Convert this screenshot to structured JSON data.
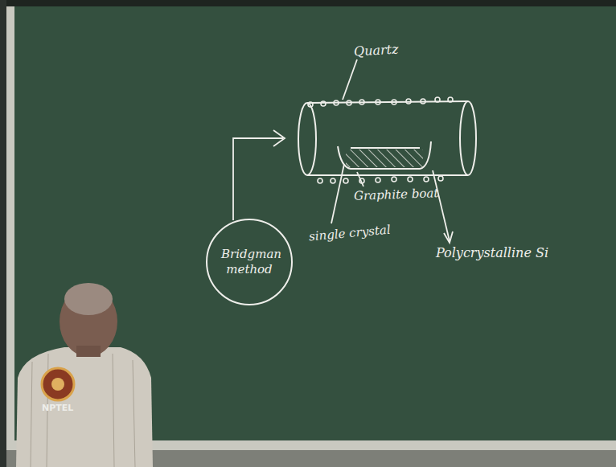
{
  "diagram": {
    "nodes": [
      {
        "text": [
          "Bridgman method"
        ]
      }
    ],
    "labels": [
      "Quartz",
      "Graphite boat",
      "single crystal",
      "Polycrystalline Si",
      "NPTEL"
    ]
  }
}
